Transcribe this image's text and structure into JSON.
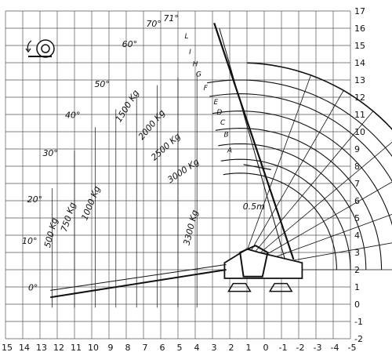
{
  "chart_data": {
    "type": "load-chart",
    "x_ticks": [
      "15",
      "14",
      "13",
      "12",
      "11",
      "10",
      "9",
      "8",
      "7",
      "6",
      "5",
      "4",
      "3",
      "2",
      "1",
      "0",
      "-1",
      "-2",
      "-3",
      "-4",
      "-5"
    ],
    "y_ticks": [
      "-2",
      "-1",
      "0",
      "1",
      "2",
      "3",
      "4",
      "5",
      "6",
      "7",
      "8",
      "9",
      "10",
      "11",
      "12",
      "13",
      "14",
      "15",
      "16",
      "17"
    ],
    "xlim": [
      15,
      -5
    ],
    "ylim": [
      -2,
      17
    ],
    "grid": true,
    "capacity_labels": [
      "500 Kg",
      "750 Kg",
      "1000 Kg",
      "1500 Kg",
      "2000 Kg",
      "2500 Kg",
      "3000 Kg",
      "3300 Kg"
    ],
    "angle_labels": [
      "0°",
      "10°",
      "20°",
      "30°",
      "40°",
      "50°",
      "60°",
      "70°",
      "71°"
    ],
    "point_labels": [
      "A",
      "B",
      "C",
      "D",
      "E",
      "F",
      "G",
      "H",
      "I",
      "L"
    ],
    "dimension_label": "0.5m"
  }
}
